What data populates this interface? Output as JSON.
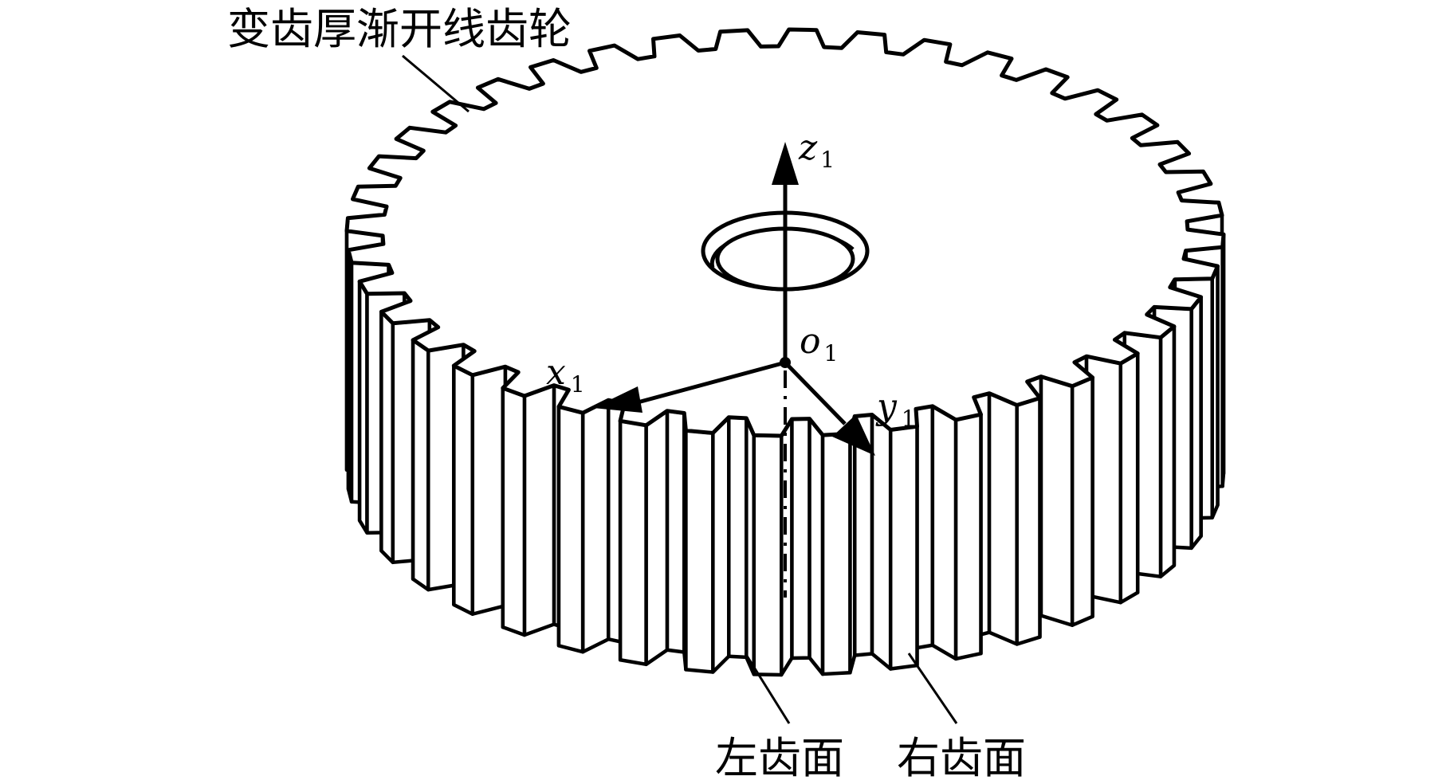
{
  "labels": {
    "gear_name": "变齿厚渐开线齿轮",
    "left_face": "左齿面",
    "right_face": "右齿面"
  },
  "axes": {
    "z": {
      "base": "z",
      "sub": "1"
    },
    "x": {
      "base": "x",
      "sub": "1"
    },
    "y": {
      "base": "y",
      "sub": "1"
    },
    "o": {
      "base": "o",
      "sub": "1"
    }
  },
  "diagram": {
    "tooth_count": 40
  },
  "colors": {
    "stroke": "#000000",
    "fill": "#ffffff"
  }
}
